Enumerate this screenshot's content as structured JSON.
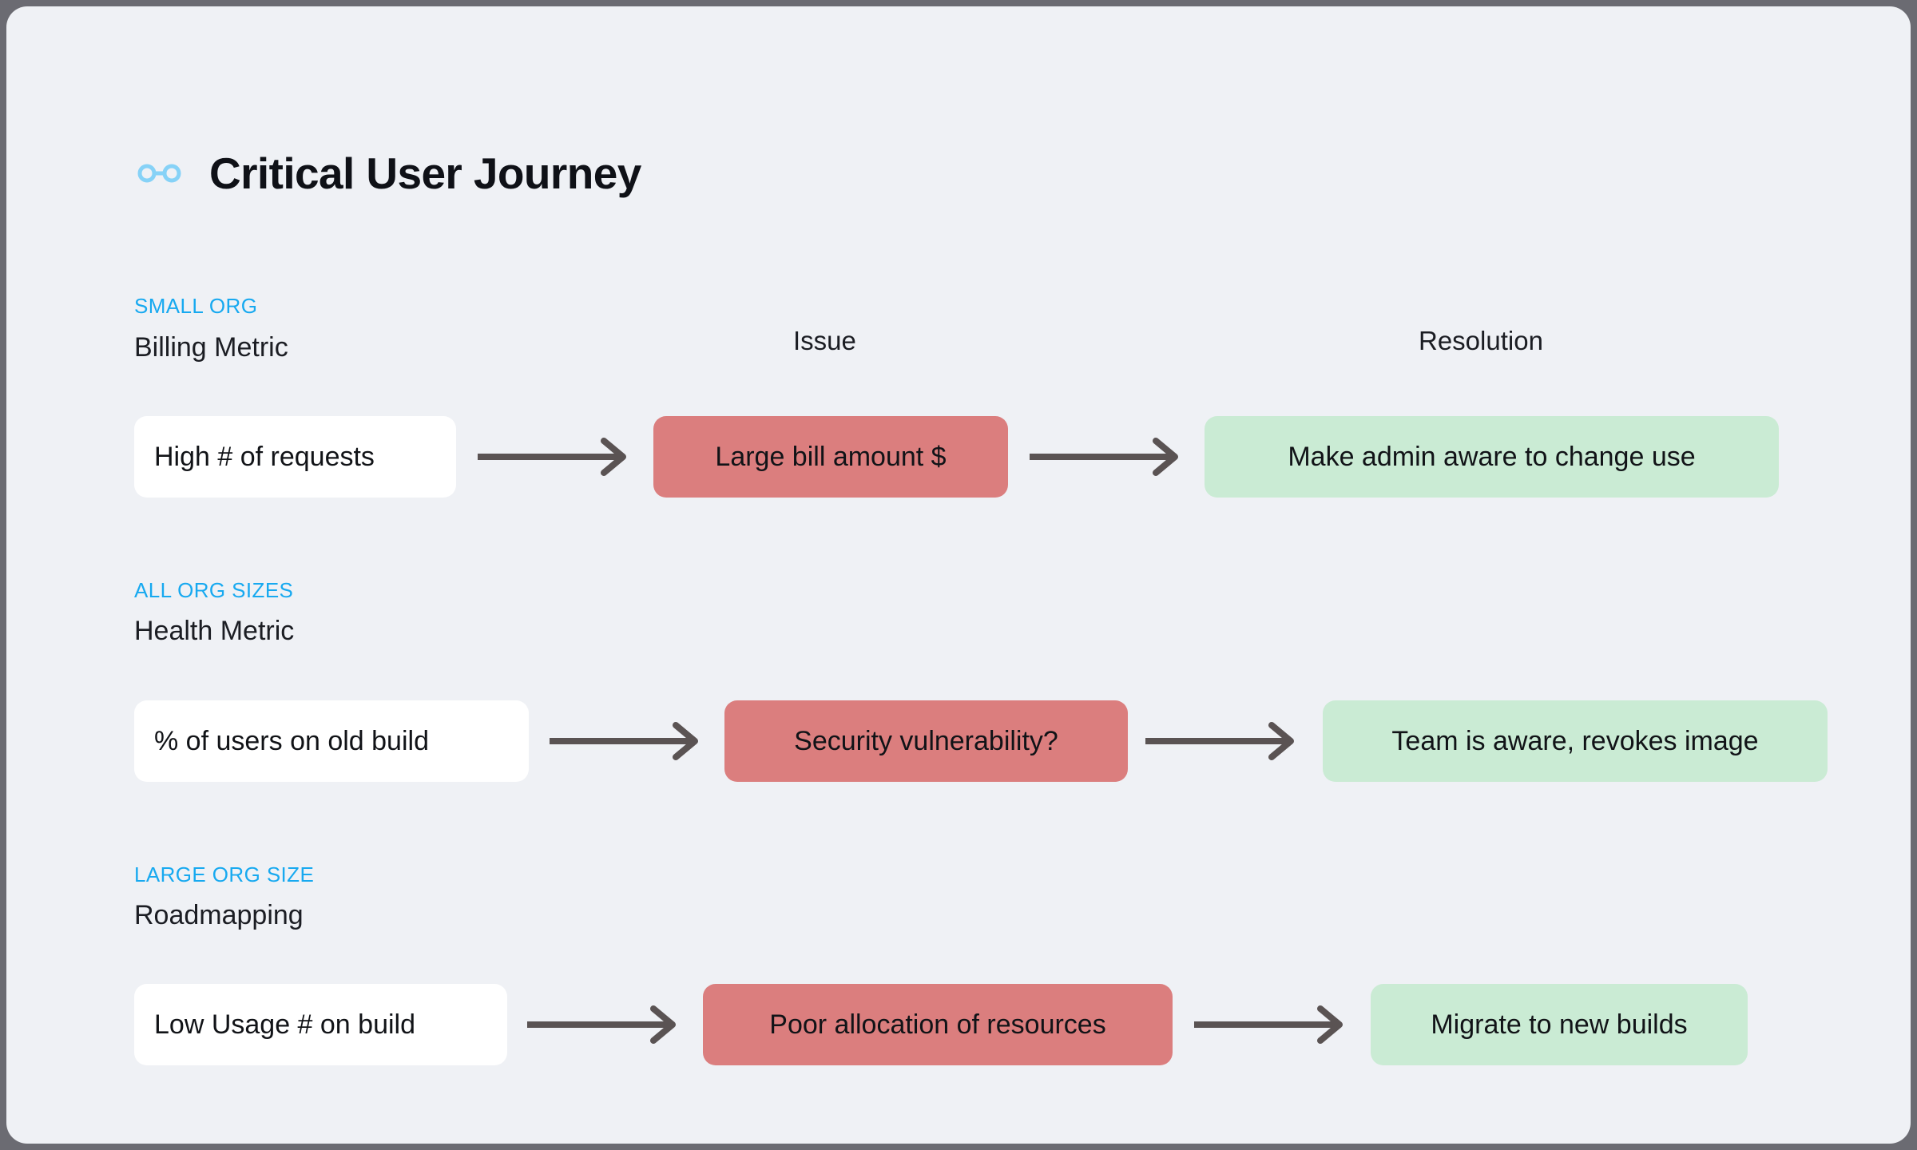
{
  "header": {
    "icon": "link-connection-icon",
    "title": "Critical User Journey",
    "icon_color": "#86d2f7"
  },
  "columns": [
    {
      "key": "metric",
      "label": ""
    },
    {
      "key": "issue",
      "label": "Issue"
    },
    {
      "key": "resolution",
      "label": "Resolution"
    }
  ],
  "colors": {
    "background": "#eff1f5",
    "kicker": "#17a9f0",
    "issue_bg": "#db7e7e",
    "resolution_bg": "#caebd4",
    "metric_bg": "#ffffff",
    "arrow": "#5a5353",
    "text": "#111317"
  },
  "rows": [
    {
      "kicker": "SMALL ORG",
      "metric_label": "Billing Metric",
      "metric": "High # of requests",
      "issue": "Large bill amount $",
      "resolution": "Make admin aware to change use"
    },
    {
      "kicker": "ALL ORG SIZES",
      "metric_label": "Health Metric",
      "metric": "% of users on old build",
      "issue": "Security vulnerability?",
      "resolution": "Team is aware, revokes image"
    },
    {
      "kicker": "LARGE ORG SIZE",
      "metric_label": "Roadmapping",
      "metric": "Low Usage # on build",
      "issue": "Poor allocation of resources",
      "resolution": "Migrate to new builds"
    }
  ]
}
